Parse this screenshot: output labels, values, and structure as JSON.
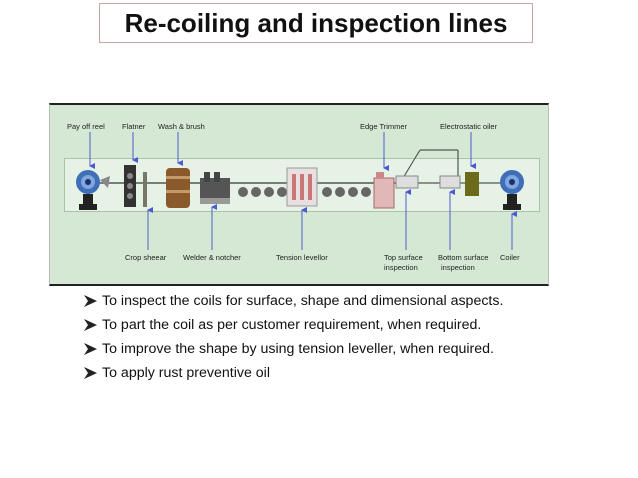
{
  "title": "Re-coiling and inspection lines",
  "diagram": {
    "top_labels": {
      "payoff_reel": "Pay off reel",
      "flatner": "Flatner",
      "wash_brush": "Wash & brush",
      "edge_trimmer": "Edge Trimmer",
      "electrostatic_oiler": "Electrostatic oiler"
    },
    "bottom_labels": {
      "crop_shear": "Crop sheear",
      "welder_notcher": "Welder & notcher",
      "tension_leveller": "Tension levellor",
      "top_surface_line1": "Top surface",
      "top_surface_line2": "inspection",
      "bottom_surface_line1": "Bottom surface",
      "bottom_surface_line2": "inspection",
      "coiler": "Coiler"
    }
  },
  "bullets": [
    "To inspect the coils for surface, shape and dimensional aspects.",
    "To part the coil as per customer requirement, when required.",
    "To improve the shape by using tension leveller, when required.",
    "To apply rust preventive oil"
  ],
  "colors": {
    "diagram_bg": "#d4e8d4",
    "pointer": "#4a5bd0",
    "coil": "#3f6fb8"
  }
}
